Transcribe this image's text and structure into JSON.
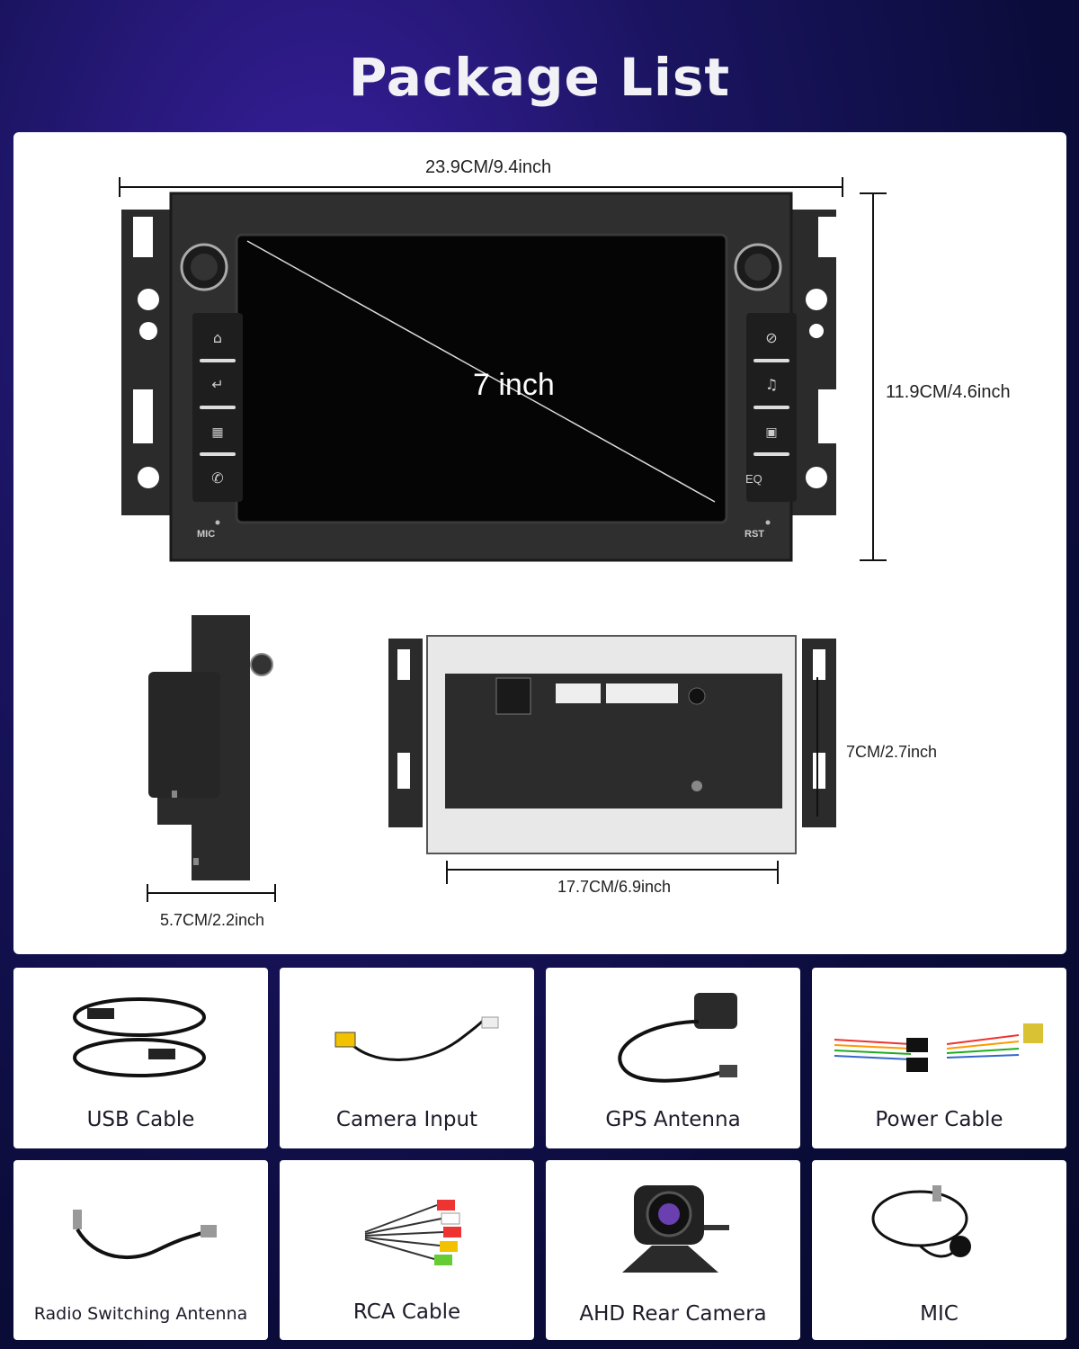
{
  "title": "Package List",
  "dimensions": {
    "width": "23.9CM/9.4inch",
    "height": "11.9CM/4.6inch",
    "screen": "7 inch",
    "depth": "5.7CM/2.2inch",
    "rear_width": "17.7CM/6.9inch",
    "rear_height": "7CM/2.7inch"
  },
  "unit_labels": {
    "mic": "MIC",
    "rst": "RST",
    "eq": "EQ"
  },
  "items": [
    {
      "label": "USB Cable",
      "icon": "usb-cable-icon"
    },
    {
      "label": "Camera Input",
      "icon": "camera-input-cable-icon"
    },
    {
      "label": "GPS Antenna",
      "icon": "gps-antenna-icon"
    },
    {
      "label": "Power Cable",
      "icon": "power-cable-icon"
    },
    {
      "label": "Radio Switching Antenna",
      "icon": "radio-antenna-icon"
    },
    {
      "label": "RCA Cable",
      "icon": "rca-cable-icon"
    },
    {
      "label": "AHD Rear Camera",
      "icon": "rear-camera-icon"
    },
    {
      "label": "MIC",
      "icon": "mic-icon"
    }
  ]
}
